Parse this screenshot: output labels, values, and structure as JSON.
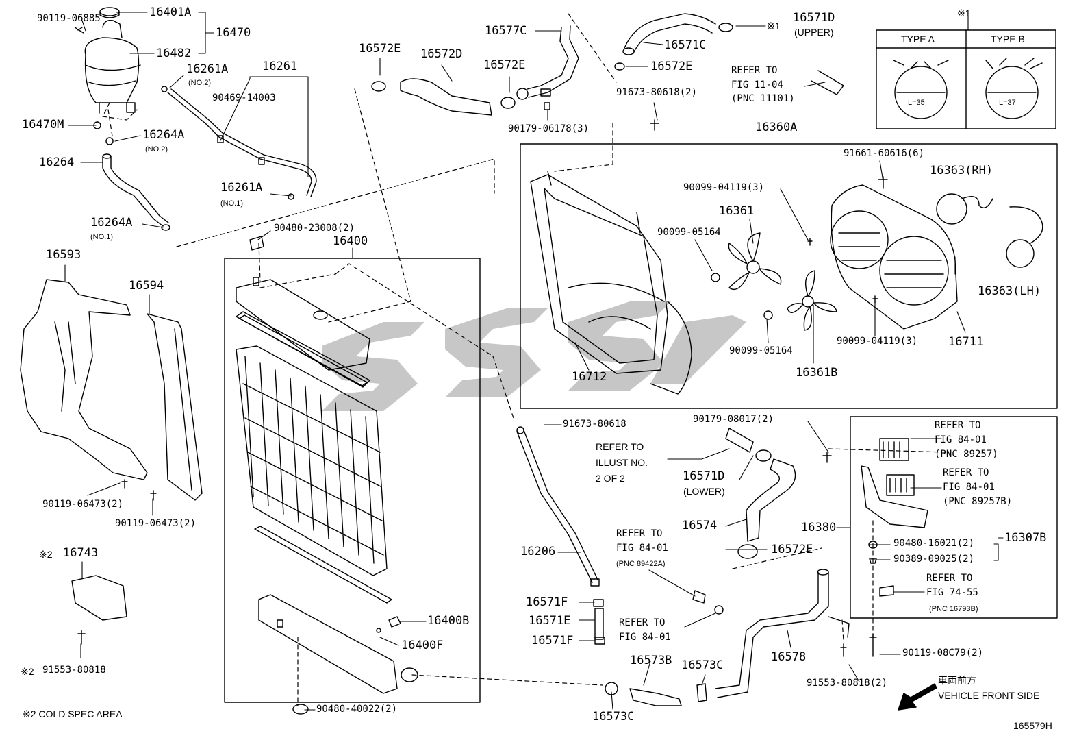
{
  "figure_id": "165579H",
  "watermark": "SSG",
  "labels": {
    "p90119_06885": "90119-06885",
    "p16401A": "16401A",
    "p16470": "16470",
    "p16482": "16482",
    "p16261A_no2": "16261A",
    "no2_a": "(NO.2)",
    "p16261": "16261",
    "p90469_14003": "90469-14003",
    "p16470M": "16470M",
    "p16264A_no2": "16264A",
    "no2_b": "(NO.2)",
    "p16264": "16264",
    "p16261A_no1": "16261A",
    "no1_a": "(NO.1)",
    "p16264A_no1": "16264A",
    "no1_b": "(NO.1)",
    "p16572E_a": "16572E",
    "p16572D": "16572D",
    "p16577C": "16577C",
    "p16572E_b": "16572E",
    "p90179_06178": "90179-06178(3)",
    "p16571C": "16571C",
    "p16572E_c": "16572E",
    "p16571D_upper": "16571D",
    "upper": "(UPPER)",
    "mark1_a": "※1",
    "mark1_b": "※1",
    "refer_11_04_a": "REFER TO",
    "refer_11_04_b": "FIG 11-04",
    "refer_11_04_c": "(PNC 11101)",
    "p91673_80618_2": "91673-80618(2)",
    "type_a": "TYPE A",
    "type_b": "TYPE B",
    "l35": "L=35",
    "l37": "L=37",
    "p16360A": "16360A",
    "p91661_60616": "91661-60616(6)",
    "p16363_rh": "16363(RH)",
    "p90099_04119_a": "90099-04119(3)",
    "p16361": "16361",
    "p90099_05164_a": "90099-05164",
    "p16363_lh": "16363(LH)",
    "p90099_05164_b": "90099-05164",
    "p90099_04119_b": "90099-04119(3)",
    "p16711": "16711",
    "p16712": "16712",
    "p16361B": "16361B",
    "p90480_23008": "90480-23008(2)",
    "p16400": "16400",
    "p16593": "16593",
    "p16594": "16594",
    "p90119_06473_a": "90119-06473(2)",
    "p90119_06473_b": "90119-06473(2)",
    "mark2_a": "※2",
    "p16743": "16743",
    "mark2_b": "※2",
    "p91553_80818_a": "91553-80818",
    "cold_spec": "※2  COLD SPEC AREA",
    "p16400B": "16400B",
    "p16400F": "16400F",
    "p90480_40022": "90480-40022(2)",
    "p91673_80618": "91673-80618",
    "refer_illust_a": "REFER TO",
    "refer_illust_b": "ILLUST NO.",
    "refer_illust_c": "2 OF 2",
    "p90179_08017": "90179-08017(2)",
    "p16571D_lower": "16571D",
    "lower": "(LOWER)",
    "p16574": "16574",
    "p16206": "16206",
    "refer_89422A_a": "REFER TO",
    "refer_89422A_b": "FIG 84-01",
    "refer_89422A_c": "(PNC 89422A)",
    "p16572E_d": "16572E",
    "p16571F_a": "16571F",
    "p16571E": "16571E",
    "p16571F_b": "16571F",
    "refer_84_01_a": "REFER TO",
    "refer_84_01_b": "FIG 84-01",
    "p16573B": "16573B",
    "p16573C_a": "16573C",
    "p16573C_b": "16573C",
    "p16578": "16578",
    "p16380": "16380",
    "refer_89257_a": "REFER TO",
    "refer_89257_b": "FIG 84-01",
    "refer_89257_c": "(PNC 89257)",
    "refer_89257B_a": "REFER TO",
    "refer_89257B_b": "FIG 84-01",
    "refer_89257B_c": "(PNC 89257B)",
    "p90480_16021": "90480-16021(2)",
    "p90389_09025": "90389-09025(2)",
    "p16307B": "16307B",
    "refer_74_55_a": "REFER TO",
    "refer_74_55_b": "FIG 74-55",
    "refer_74_55_c": "(PNC 16793B)",
    "p90119_08C79": "90119-08C79(2)",
    "p91553_80818_b": "91553-80818(2)",
    "front_jp": "車両前方",
    "front_en": "VEHICLE FRONT SIDE"
  }
}
